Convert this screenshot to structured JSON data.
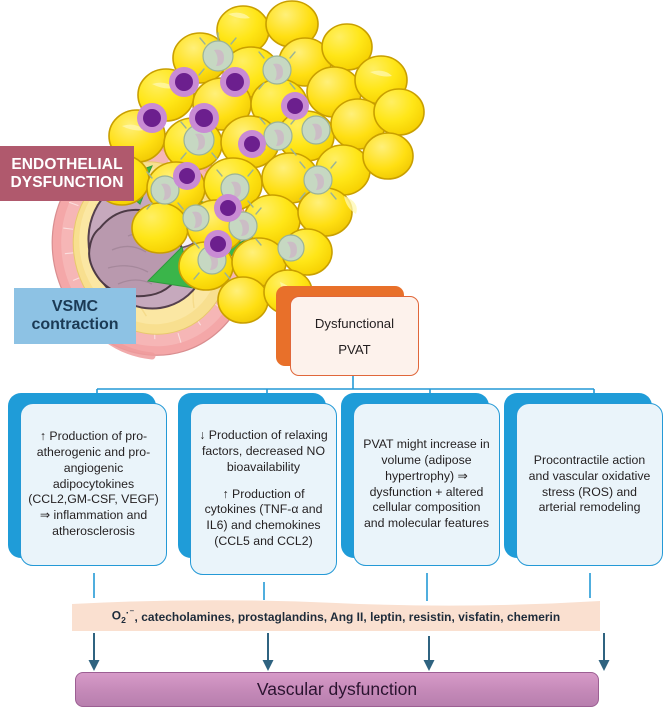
{
  "illustration": {
    "name": "perivascular-adipose-tissue-and-atherosclerotic-artery",
    "cell_types": [
      "adipocyte",
      "macrophage",
      "lymphocyte"
    ],
    "arrow_color": "#3ab54a"
  },
  "callouts": {
    "endothelial": {
      "line1": "ENDOTHELIAL",
      "line2": "DYSFUNCTION",
      "color": "#b0596d"
    },
    "vsmc": {
      "line1": "VSMC",
      "line2": "contraction",
      "color": "#8dc2e4"
    }
  },
  "pvat": {
    "line1": "Dysfunctional",
    "line2": "PVAT",
    "border_color": "#e0673a",
    "shadow_color": "#e8702a"
  },
  "branches": [
    {
      "id": "pro-atherogenic-adipocytokines",
      "paragraphs": [
        "↑ Production of pro-atherogenic and pro-angiogenic adipocytokines (CCL2,GM-CSF, VEGF) ⇒ inflammation and atherosclerosis"
      ]
    },
    {
      "id": "relaxing-factors-and-cytokines",
      "paragraphs": [
        "↓ Production of relaxing factors, decreased NO bioavailability",
        "↑ Production of cytokines (TNF-α and IL6) and chemokines (CCL5 and CCL2)"
      ]
    },
    {
      "id": "pvat-volume-increase",
      "paragraphs": [
        "PVAT might increase in volume (adipose hypertrophy) ⇒ dysfunction + altered cellular composition and molecular features"
      ]
    },
    {
      "id": "procontractile-and-oxidative-stress",
      "paragraphs": [
        "Procontractile action and vascular oxidative stress (ROS) and arterial remodeling"
      ]
    }
  ],
  "branch_colors": {
    "border": "#2499d6",
    "shadow": "#1f9cd8",
    "fill": "#eaf4fa"
  },
  "mediators": {
    "prefix": "O",
    "subscript": "2",
    "radical": "·⁻",
    "list": ", catecholamines, prostaglandins, Ang II, leptin, resistin, visfatin, chemerin",
    "band_color": "#fae0d0"
  },
  "outcome": {
    "label": "Vascular dysfunction",
    "color": "#c489b8"
  },
  "arrows": {
    "color": "#2f6380"
  }
}
